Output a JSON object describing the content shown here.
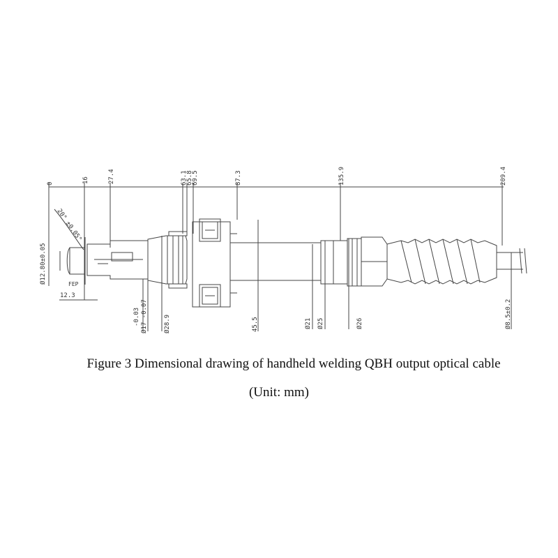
{
  "figure": {
    "title": "Figure 3 Dimensional drawing of handheld welding QBH output optical cable",
    "unit": "(Unit: mm)"
  },
  "dimensions": {
    "top": [
      "0",
      "16",
      "27.4",
      "63.1",
      "65.8",
      "69.5",
      "87.3",
      "135.9",
      "209.4"
    ],
    "left": [
      "Ø12.80±0.05",
      "12.3",
      "FEP"
    ],
    "angle": "20° ±0.05°",
    "bottom": [
      "-0.03",
      "Ø17 -0.07",
      "Ø28.9",
      "45.5",
      "Ø21",
      "Ø25",
      "Ø26",
      "Ø8.5±0.2"
    ]
  },
  "colors": {
    "line": "#444444",
    "text": "#111111"
  }
}
